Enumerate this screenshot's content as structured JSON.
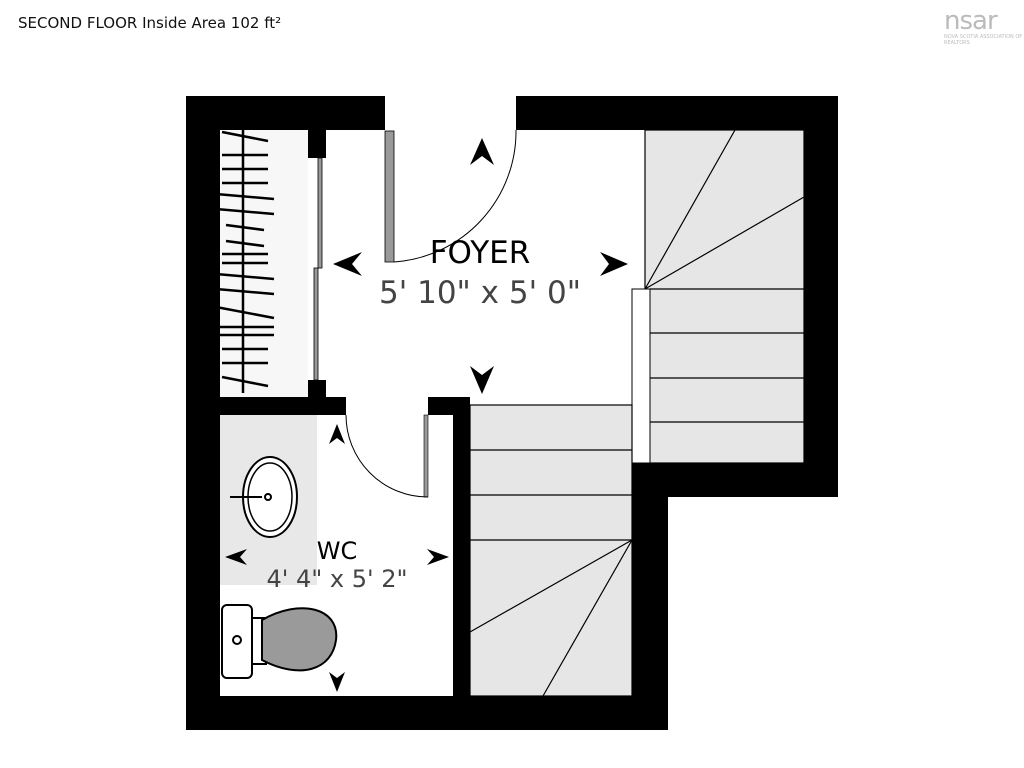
{
  "header": {
    "title": "SECOND FLOOR Inside Area 102 ft²"
  },
  "logo": {
    "text": "nsar",
    "tagline": "NOVA SCOTIA ASSOCIATION OF REALTORS"
  },
  "rooms": [
    {
      "name": "FOYER",
      "dimensions": "5' 10\" x 5' 0\""
    },
    {
      "name": "WC",
      "dimensions": "4' 4\" x 5' 2\""
    }
  ],
  "colors": {
    "wall": "#000000",
    "stair_fill": "#e6e6e6",
    "fixture": "#9a9a9a",
    "text_dim": "#444444"
  }
}
